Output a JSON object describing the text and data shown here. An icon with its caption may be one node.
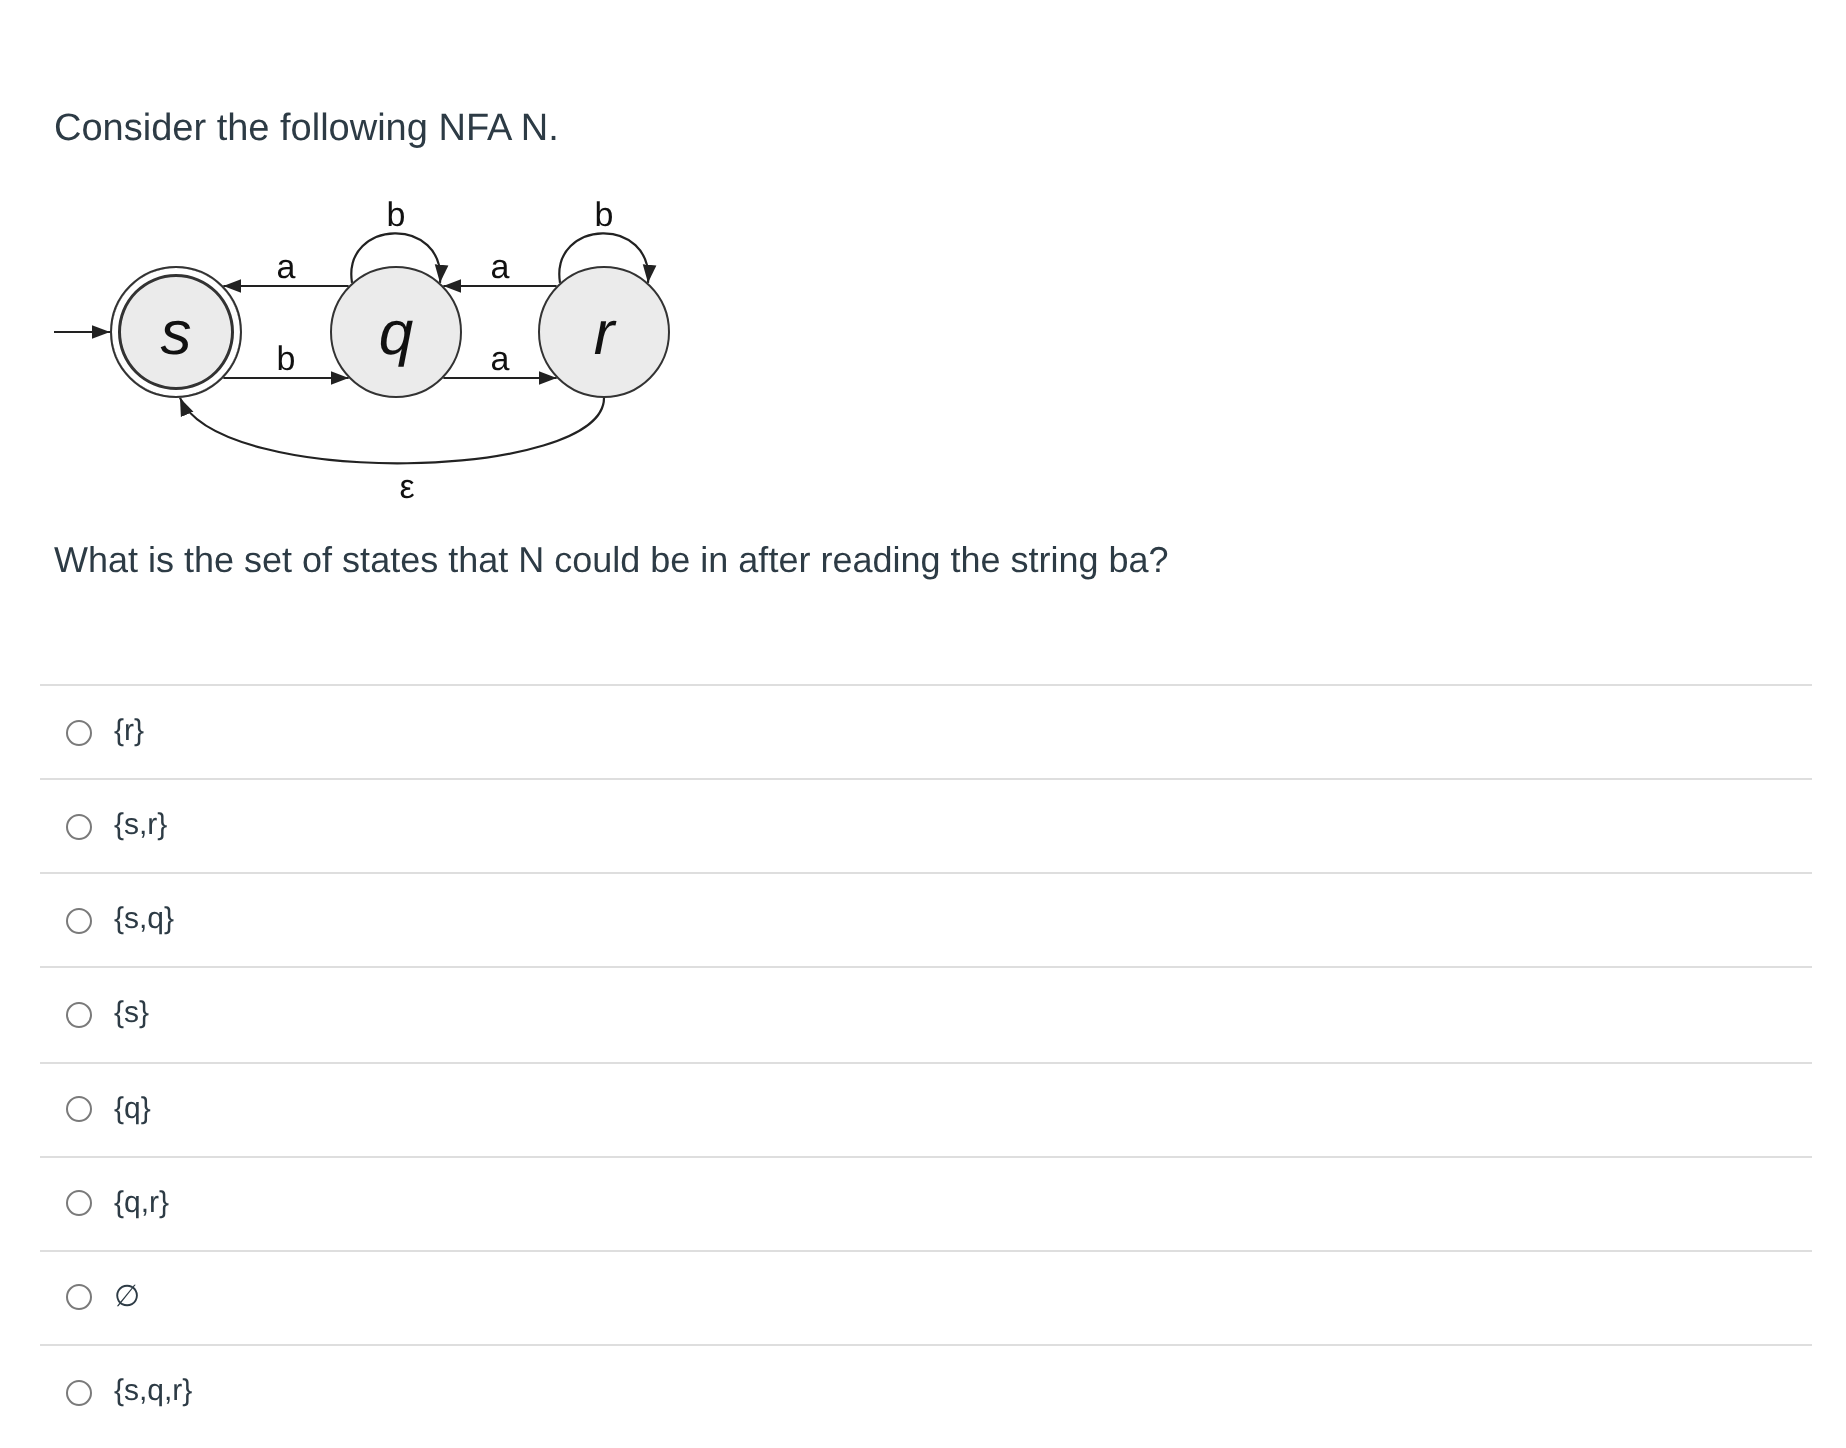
{
  "diagram": {
    "title": "Consider the following NFA N.",
    "nodes": [
      {
        "text": [
          "s"
        ]
      },
      {
        "text": [
          "q"
        ]
      },
      {
        "text": [
          "r"
        ]
      }
    ],
    "edges": [
      {
        "from": null,
        "to": 0,
        "arrow": "to"
      },
      {
        "from": 1,
        "to": 0,
        "label": "a",
        "arrow": "to"
      },
      {
        "from": 0,
        "to": 1,
        "label": "b",
        "arrow": "to"
      },
      {
        "from": 1,
        "to": 1,
        "label": "b",
        "arrow": "to"
      },
      {
        "from": 2,
        "to": 1,
        "label": "a",
        "arrow": "to"
      },
      {
        "from": 1,
        "to": 2,
        "label": "a",
        "arrow": "to"
      },
      {
        "from": 2,
        "to": 2,
        "label": "b",
        "arrow": "to"
      },
      {
        "from": 2,
        "to": 0,
        "label": "ε",
        "arrow": "to"
      }
    ],
    "labels": [
      "What is the set of states that N could be in after reading the string ba?",
      "{r}",
      "{s,r}",
      "{s,q}",
      "{s}",
      "{q}",
      "{q,r}",
      "∅",
      "{s,q,r}"
    ]
  }
}
